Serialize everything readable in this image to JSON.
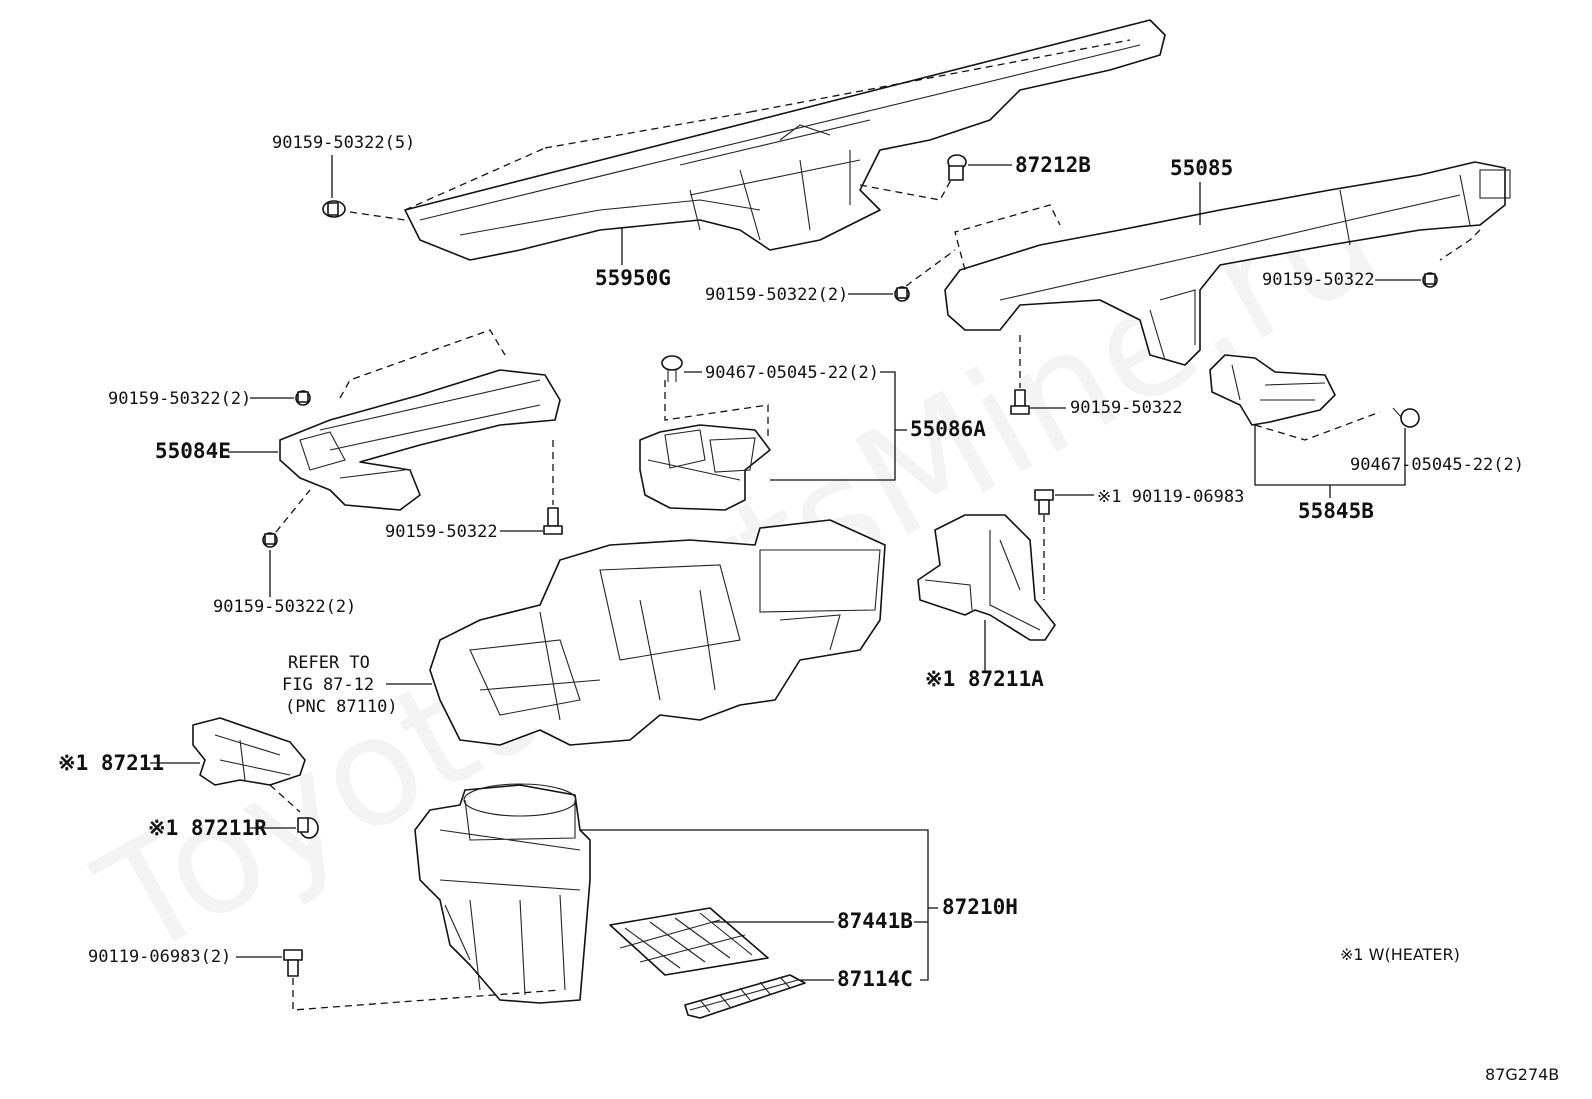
{
  "watermark": "ToyotaPartsMine.ru",
  "diagram_code": "87G274B",
  "legend_note": "※1 W(HEATER)",
  "labels": {
    "p_90159_50322_5": "90159-50322(5)",
    "p_55950G": "55950G",
    "p_87212B": "87212B",
    "p_55085": "55085",
    "p_90159_50322_2_top": "90159-50322(2)",
    "p_90159_50322_right": "90159-50322",
    "p_90159_50322_2_left": "90159-50322(2)",
    "p_55084E": "55084E",
    "p_90467_05045_22_2_mid": "90467-05045-22(2)",
    "p_55086A": "55086A",
    "p_90159_50322_mid": "90159-50322",
    "p_90467_05045_22_2_right": "90467-05045-22(2)",
    "p_55845B": "55845B",
    "p_90159_50322_lower": "90159-50322",
    "p_90119_06983": "※1 90119-06983",
    "p_90159_50322_2_bottom": "90159-50322(2)",
    "refer_line1": "REFER TO",
    "refer_line2": "FIG 87-12",
    "refer_line3": "(PNC 87110)",
    "p_87211A": "※1 87211A",
    "p_87211": "※1 87211",
    "p_87211R": "※1 87211R",
    "p_87210H": "87210H",
    "p_87441B": "87441B",
    "p_90119_06983_2": "90119-06983(2)",
    "p_87114C": "87114C"
  }
}
